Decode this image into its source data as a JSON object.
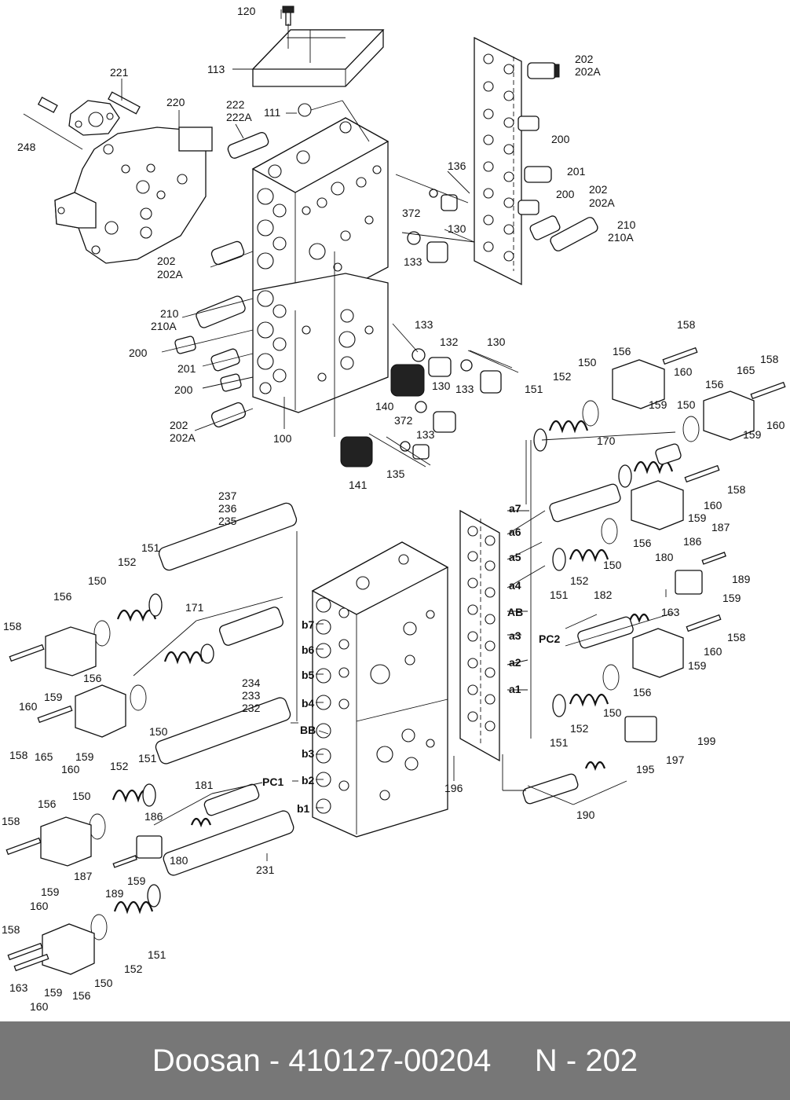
{
  "footer": {
    "text": "Doosan - 410127-00204     N - 202"
  },
  "labels": {
    "l120": "120",
    "l113": "113",
    "l221": "221",
    "l220": "220",
    "l248": "248",
    "l222": "222",
    "l222a": "222A",
    "l111": "111",
    "l202a": "202",
    "l202aa": "202A",
    "l200a": "200",
    "l201a": "201",
    "l200b": "200",
    "l202b": "202",
    "l202ba": "202A",
    "l210a": "210",
    "l210aa": "210A",
    "l136": "136",
    "l372a": "372",
    "l130a": "130",
    "l133a": "133",
    "l202c": "202",
    "l202ca": "202A",
    "l210b": "210",
    "l210ba": "210A",
    "l200c": "200",
    "l201b": "201",
    "l200d": "200",
    "l202d": "202",
    "l202da": "202A",
    "l100": "100",
    "l133b": "133",
    "l132": "132",
    "l130b": "130",
    "l133c": "133",
    "l140": "140",
    "l130c": "130",
    "l372b": "372",
    "l133d": "133",
    "l141": "141",
    "l135": "135",
    "l158a": "158",
    "l156a": "156",
    "l160a": "160",
    "l152a": "152",
    "l150a": "150",
    "l165a": "165",
    "l158b": "158",
    "l151a": "151",
    "l156b": "156",
    "l159a": "159",
    "l160b": "160",
    "l150b": "150",
    "l170": "170",
    "l237": "237",
    "l236": "236",
    "l235": "235",
    "l151b": "151",
    "l152b": "152",
    "l150c": "150",
    "l156c": "156",
    "l171": "171",
    "l158c": "158",
    "l160c": "160",
    "l159b": "159",
    "l156d": "156",
    "l150d": "150",
    "l158d": "158",
    "l165b": "165",
    "l160d": "160",
    "l159c": "159",
    "lb7": "b7",
    "lb6": "b6",
    "lb5": "b5",
    "lb4": "b4",
    "lbb": "BB",
    "lb3": "b3",
    "lpc1": "PC1",
    "lb2": "b2",
    "lb1": "b1",
    "l234": "234",
    "l233": "233",
    "l232": "232",
    "l152c": "152",
    "l151c": "151",
    "l156e": "156",
    "l150e": "150",
    "l181": "181",
    "l158e": "158",
    "l186a": "186",
    "l187a": "187",
    "l159d": "159",
    "l180a": "180",
    "l189a": "189",
    "l160e": "160",
    "l231": "231",
    "l196": "196",
    "l158f": "158",
    "l163a": "163",
    "l159e": "159",
    "l156f": "156",
    "l150f": "150",
    "l152d": "152",
    "l151d": "151",
    "l160f": "160",
    "la7": "a7",
    "la6": "a6",
    "la5": "a5",
    "la4": "a4",
    "lab": "AB",
    "la3": "a3",
    "lpc2": "PC2",
    "la2": "a2",
    "la1": "a1",
    "l158g": "158",
    "l160g": "160",
    "l159f": "159",
    "l156g": "156",
    "l150g": "150",
    "l151e": "151",
    "l152e": "152",
    "l186b": "186",
    "l187b": "187",
    "l180b": "180",
    "l189b": "189",
    "l159g": "159",
    "l182": "182",
    "l163b": "163",
    "l158h": "158",
    "l160h": "160",
    "l159h": "159",
    "l156h": "156",
    "l150h": "150",
    "l151f": "151",
    "l152f": "152",
    "l199": "199",
    "l197": "197",
    "l195": "195",
    "l190": "190"
  }
}
